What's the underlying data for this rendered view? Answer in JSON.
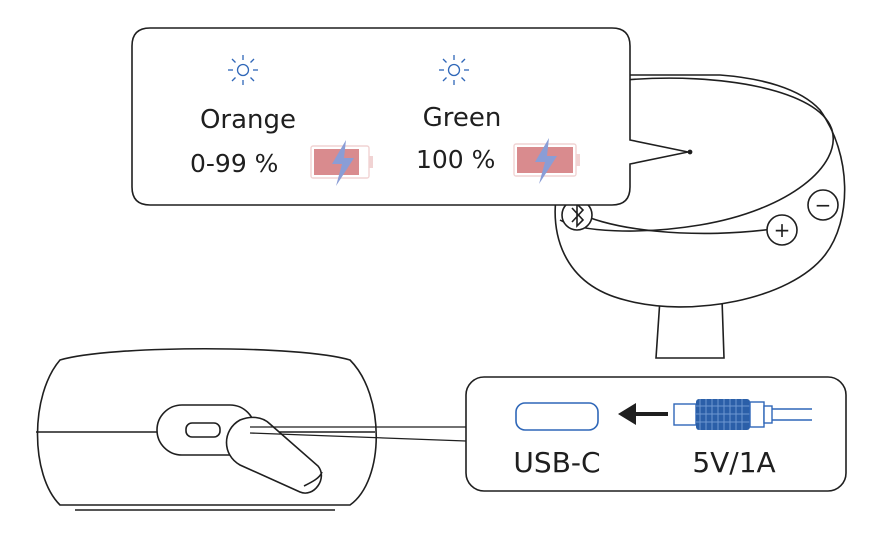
{
  "charge_indicator": {
    "orange": {
      "label": "Orange",
      "range": "0-99 %"
    },
    "green": {
      "label": "Green",
      "range": "100 %"
    }
  },
  "connector": {
    "port_label": "USB-C",
    "power_label": "5V/1A"
  },
  "icons": {
    "led": "sun-icon",
    "battery": "battery-charging-icon",
    "arrow": "arrow-left-icon"
  },
  "colors": {
    "battery_fill": "#d98b8e",
    "bolt": "#8a9dd6",
    "led": "#2f67b8",
    "plug_body": "#2b5fa8",
    "line": "#1f1f1f"
  },
  "buttons": {
    "plus": "+",
    "minus": "−"
  }
}
